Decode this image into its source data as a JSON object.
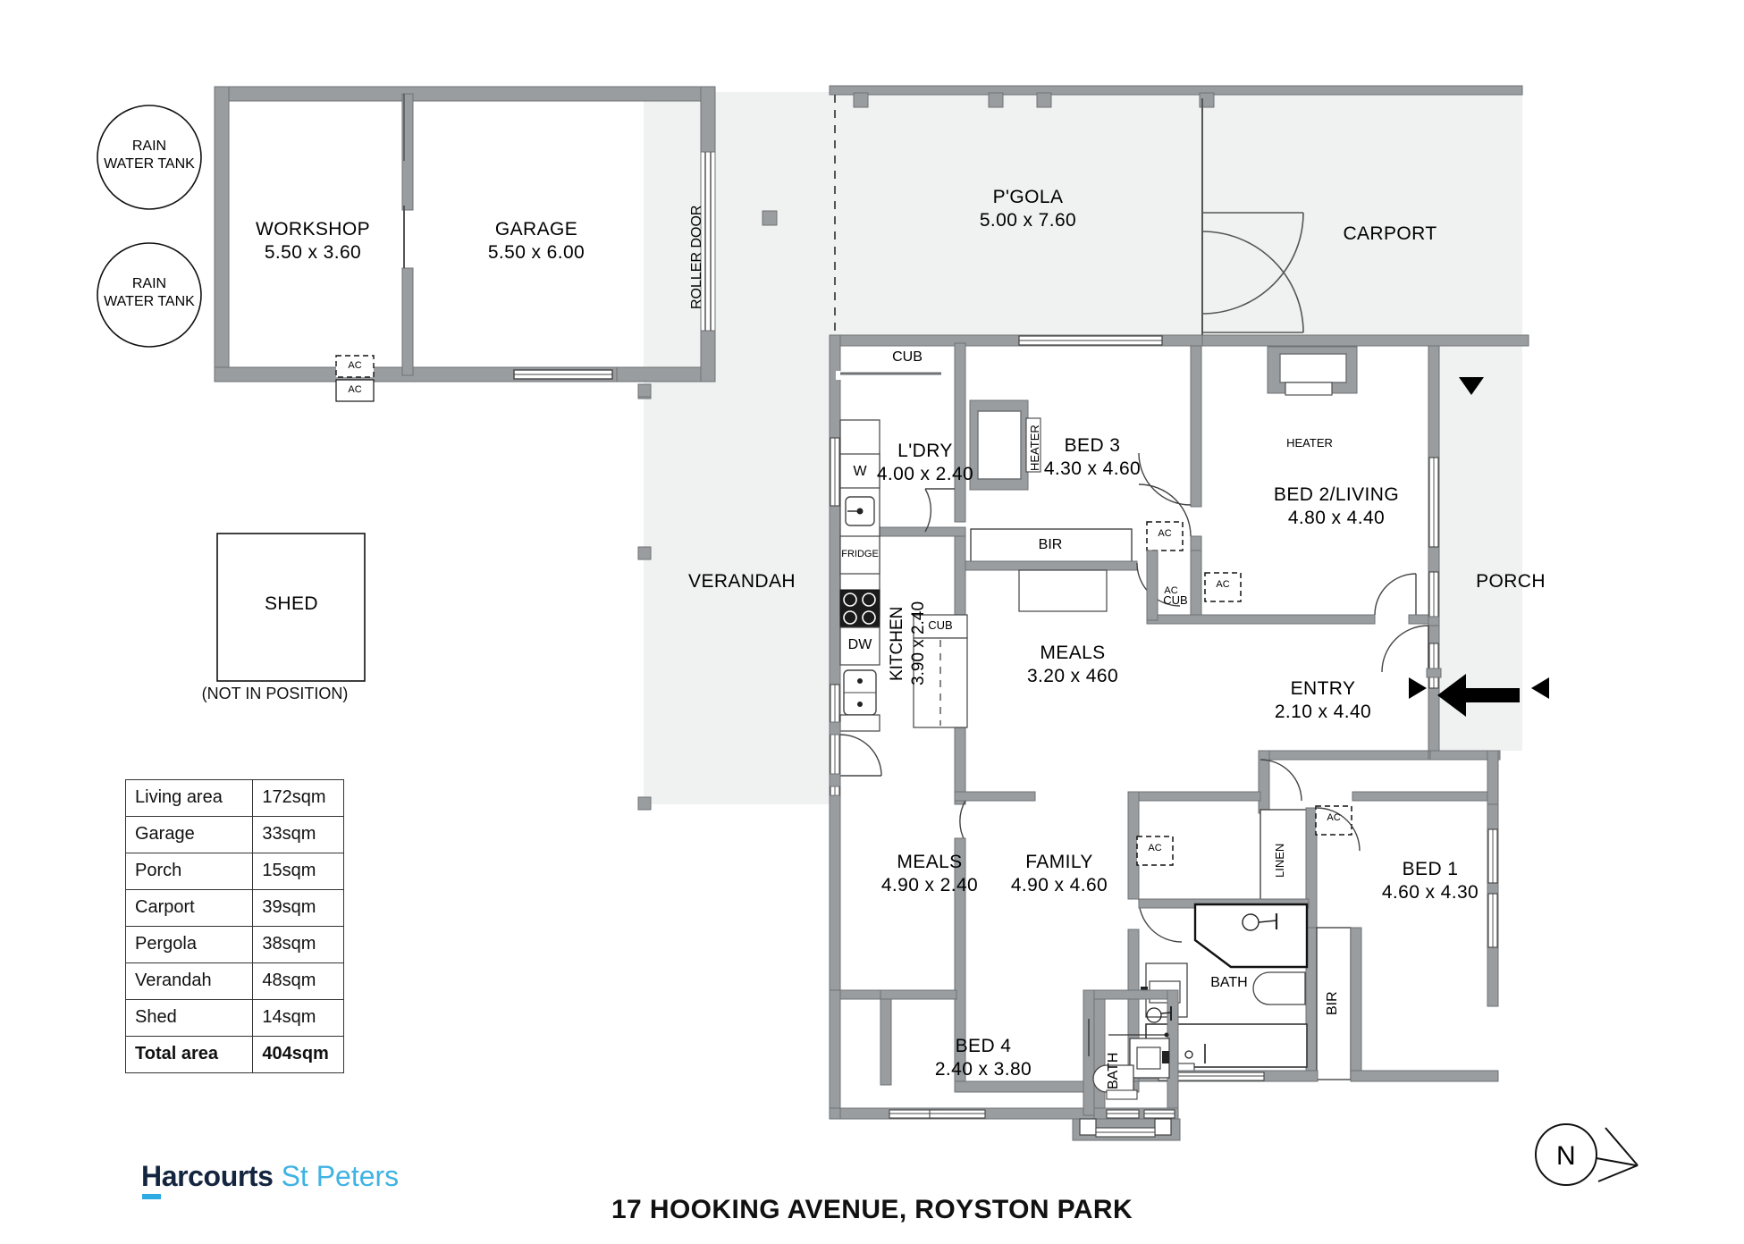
{
  "document": {
    "title": "17 HOOKING AVENUE, ROYSTON PARK",
    "type": "floor-plan"
  },
  "branding": {
    "brand_primary": "Harcourts",
    "brand_secondary": "St Peters",
    "color_primary": "#14253f",
    "color_accent": "#3fb3e3"
  },
  "compass": {
    "label": "N"
  },
  "tanks": [
    {
      "line1": "RAIN",
      "line2": "WATER TANK"
    },
    {
      "line1": "RAIN",
      "line2": "WATER TANK"
    }
  ],
  "outbuildings": {
    "workshop": {
      "name": "WORKSHOP",
      "dim": "5.50 x 3.60"
    },
    "garage": {
      "name": "GARAGE",
      "dim": "5.50 x 6.00"
    },
    "roller_door": "ROLLER DOOR",
    "shed": {
      "name": "SHED",
      "note": "(NOT IN POSITION)"
    },
    "ac_outer": "AC",
    "ac_inner": "AC"
  },
  "rooms": [
    {
      "id": "pgola",
      "name": "P'GOLA",
      "dim": "5.00 x 7.60"
    },
    {
      "id": "carport",
      "name": "CARPORT",
      "dim": ""
    },
    {
      "id": "verandah",
      "name": "VERANDAH",
      "dim": ""
    },
    {
      "id": "porch",
      "name": "PORCH",
      "dim": ""
    },
    {
      "id": "ldry",
      "name": "L'DRY",
      "dim": "4.00 x 2.40"
    },
    {
      "id": "bed3",
      "name": "BED 3",
      "dim": "4.30 x 4.60"
    },
    {
      "id": "bed2",
      "name": "BED 2/LIVING",
      "dim": "4.80 x 4.40"
    },
    {
      "id": "kitchen",
      "name": "KITCHEN",
      "dim": "3.90 x 2.40"
    },
    {
      "id": "meals1",
      "name": "MEALS",
      "dim": "3.20 x 460"
    },
    {
      "id": "entry",
      "name": "ENTRY",
      "dim": "2.10 x 4.40"
    },
    {
      "id": "meals2",
      "name": "MEALS",
      "dim": "4.90 x 2.40"
    },
    {
      "id": "family",
      "name": "FAMILY",
      "dim": "4.90 x 4.60"
    },
    {
      "id": "bed1",
      "name": "BED 1",
      "dim": "4.60 x 4.30"
    },
    {
      "id": "bed4",
      "name": "BED 4",
      "dim": "2.40 x 3.80"
    }
  ],
  "fixtures": {
    "cub_ldry": "CUB",
    "cub_kitchen": "CUB",
    "cub_bed2": "CUB",
    "bir_bed3": "BIR",
    "bir_bed1": "BIR",
    "linen": "LINEN",
    "heater_bed3": "HEATER",
    "heater_bed2": "HEATER",
    "washer": "W",
    "fridge": "FRIDGE",
    "dishwasher": "DW",
    "bath_main": "BATH",
    "bath_second": "BATH",
    "ac_bed3": "AC",
    "ac_bed2_top": "AC",
    "ac_bed2_low": "AC",
    "ac_family": "AC",
    "ac_bed1": "AC"
  },
  "area_schedule": {
    "rows": [
      {
        "label": "Living area",
        "value": "172sqm"
      },
      {
        "label": "Garage",
        "value": "33sqm"
      },
      {
        "label": "Porch",
        "value": "15sqm"
      },
      {
        "label": "Carport",
        "value": "39sqm"
      },
      {
        "label": "Pergola",
        "value": "38sqm"
      },
      {
        "label": "Verandah",
        "value": "48sqm"
      },
      {
        "label": "Shed",
        "value": "14sqm"
      }
    ],
    "total": {
      "label": "Total area",
      "value": "404sqm"
    }
  },
  "colors": {
    "wall": "#9a9d9f",
    "wall_stroke": "#6e7274",
    "outdoor_fill": "#f0f2f2",
    "line": "#4a4f52"
  }
}
